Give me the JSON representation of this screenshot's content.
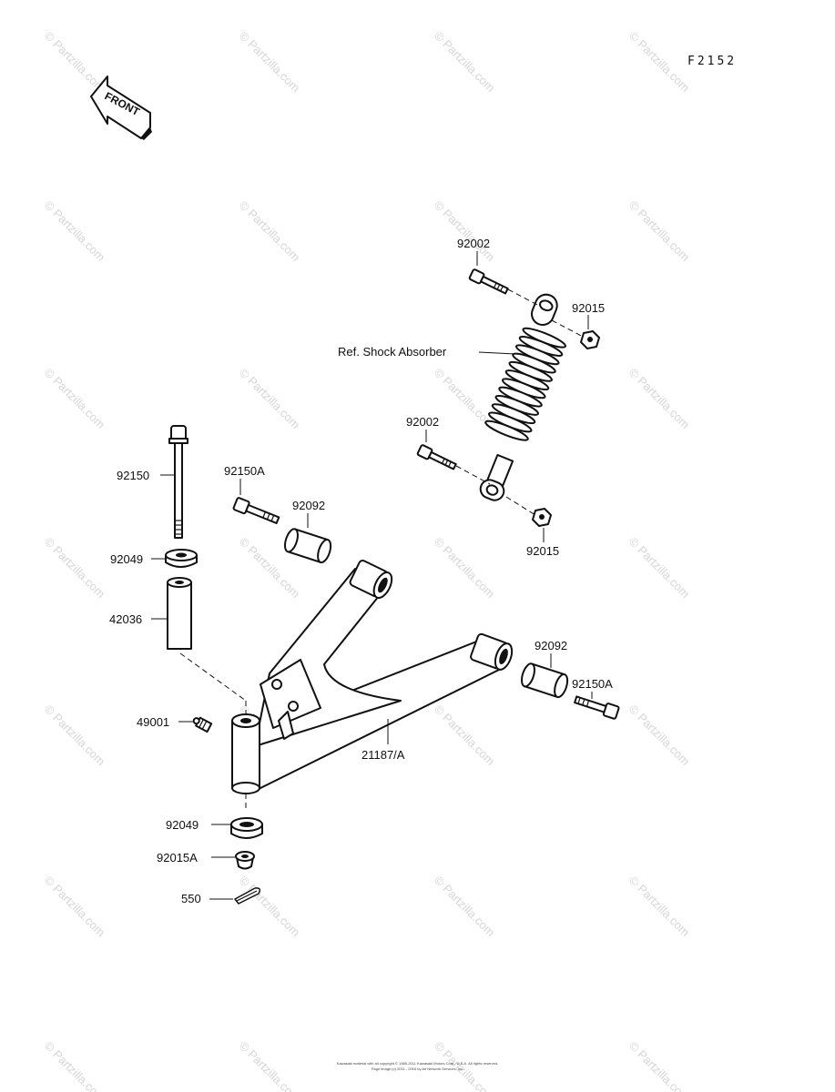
{
  "figure_code": "F2152",
  "front_label": "FRONT",
  "watermark_text": "© Partzilla.com",
  "callouts": {
    "bolt_upper_shock": "92002",
    "nut_upper_shock": "92015",
    "ref_shock_absorber": "Ref. Shock Absorber",
    "bolt_lower_shock": "92002",
    "nut_lower_shock": "92015",
    "king_pin_bolt": "92150",
    "bolt_arm_rear_upper": "92150A",
    "collar_arm_upper": "92092",
    "seal_upper": "92049",
    "sleeve": "42036",
    "grease_nipple": "49001",
    "suspension_arm": "21187/A",
    "collar_arm_lower": "92092",
    "bolt_arm_lower": "92150A",
    "seal_lower": "92049",
    "castle_nut": "92015A",
    "cotter_pin": "550"
  },
  "footer": {
    "line1": "Kawasaki material with all copyright © 1985-2011 Kawasaki Motors Corp., U.S.A. All rights reserved.",
    "line2": "Page image (c) 2011 - 2016 by Ari Network Services, Inc."
  },
  "colors": {
    "ink": "#111111",
    "watermark": "#d6d6d6",
    "background": "#ffffff"
  }
}
